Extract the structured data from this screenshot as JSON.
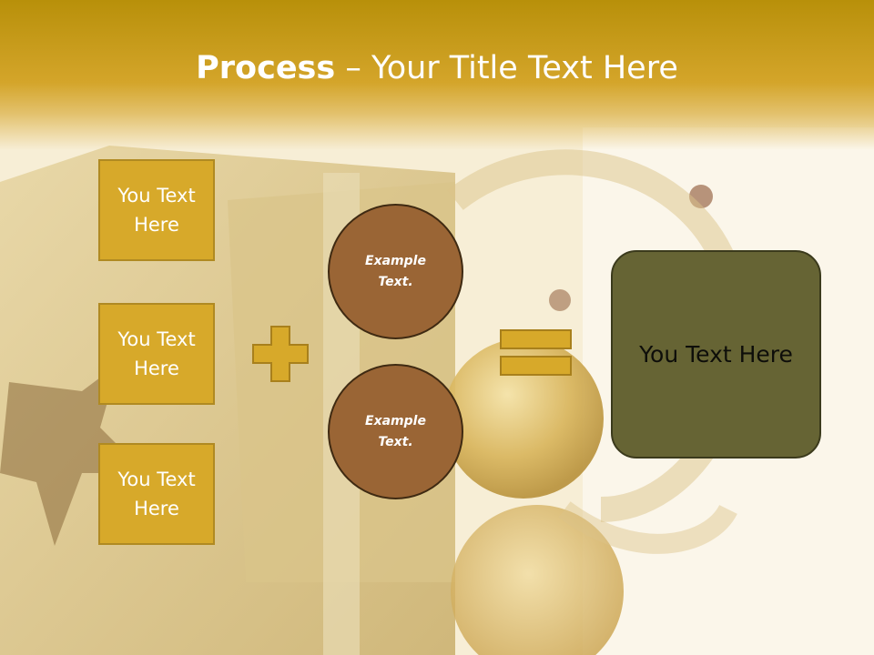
{
  "slide": {
    "title_bold": "Process",
    "title_rest": " – Your Title Text Here"
  },
  "inputs": [
    {
      "label": "You Text Here"
    },
    {
      "label": "You Text Here"
    },
    {
      "label": "You Text Here"
    }
  ],
  "circles": [
    {
      "label": "Example Text."
    },
    {
      "label": "Example Text."
    }
  ],
  "result": {
    "label": "You Text Here"
  },
  "colors": {
    "title_bar": "#d4a52a",
    "box_fill": "#d7a92a",
    "circle_fill": "#9a6535",
    "result_fill": "#666434",
    "operator_fill": "#d7a92a"
  },
  "icons": {
    "plus": "plus-icon",
    "equals": "equals-icon"
  }
}
